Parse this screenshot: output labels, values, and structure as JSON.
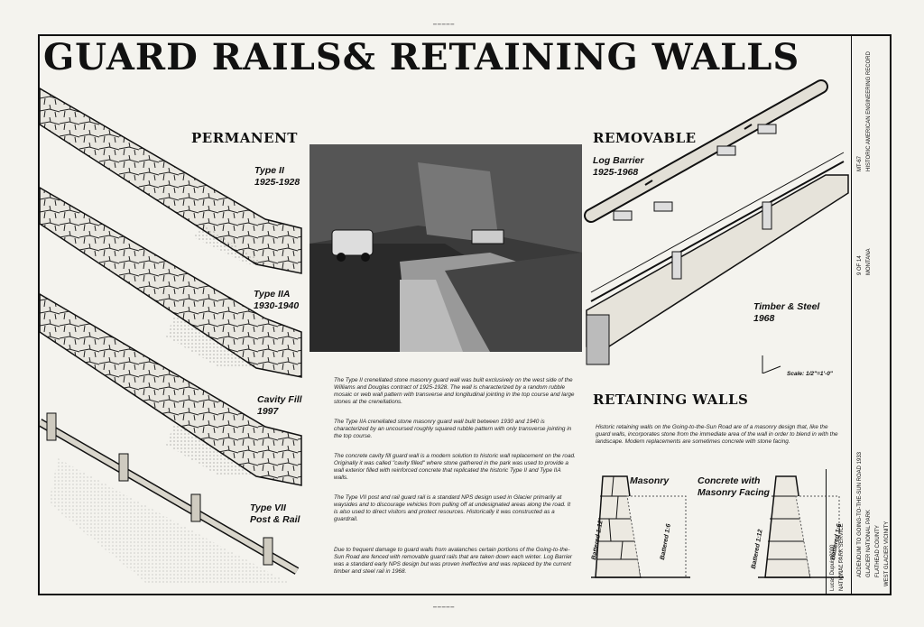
{
  "sheet": {
    "title": "GUARD RAILS& RETAINING WALLS"
  },
  "permanent": {
    "heading": "PERMANENT",
    "types": [
      {
        "name": "Type II",
        "years": "1925-1928"
      },
      {
        "name": "Type IIA",
        "years": "1930-1940"
      },
      {
        "name": "Cavity Fill",
        "years": "1997"
      },
      {
        "name": "Type VII",
        "years": "Post & Rail"
      }
    ]
  },
  "removable": {
    "heading": "REMOVABLE",
    "log": {
      "name": "Log Barrier",
      "years": "1925-1968"
    },
    "timber": {
      "name": "Timber & Steel",
      "years": "1968"
    },
    "scale": "Scale: 1/2\"=1'-0\""
  },
  "retaining": {
    "heading": "RETAINING WALLS",
    "text": "Historic retaining walls on the Going-to-the-Sun Road are of a masonry design that, like the guard walls, incorporates stone from the immediate area of the wall in order to blend in with the landscape. Modern replacements are sometimes concrete with stone facing.",
    "masonry": "Masonry",
    "concrete": "Concrete with Masonry Facing",
    "batter1": "Battered 1:12",
    "batter2": "Battered 1:6"
  },
  "body": {
    "p1": "The Type II crenellated stone masonry guard wall was built exclusively on the west side of the Williams and Douglas contract of 1925-1928. The wall is characterized by a random rubble mosaic or web wall pattern with transverse and longitudinal jointing in the top course and large stones at the crenellations.",
    "p2": "The Type IIA crenellated stone masonry guard wall built between 1930 and 1940 is characterized by an uncoursed roughly squared rubble pattern with only transverse jointing in the top course.",
    "p3": "The concrete cavity fill guard wall is a modern solution to historic wall replacement on the road. Originally it was called \"cavity filled\" where stone gathered in the park was used to provide a wall exterior filled with reinforced concrete that replicated the historic Type II and Type IIA walls.",
    "p4": "The Type VII post and rail guard rail is a standard NPS design used in Glacier primarily at waysides and to discourage vehicles from pulling off at undesignated areas along the road. It is also used to direct visitors and protect resources. Historically it was constructed as a guardrail.",
    "p5": "Due to frequent damage to guard walls from avalanches certain portions of the Going-to-the-Sun Road are fenced with removable guard rails that are taken down each winter. Log Barrier was a standard early NPS design but was proven ineffective and was replaced by the current timber and steel rail in 1968."
  },
  "titleblock": {
    "line1": "ADDENDUM TO GOING-TO-THE-SUN ROAD 1933",
    "line2": "WEST GLACIER VICINITY",
    "line3": "GLACIER NATIONAL PARK",
    "line4": "FLATHEAD COUNTY",
    "state": "MONTANA",
    "sheet": "9 OF 14",
    "survey": "MT-67",
    "delineator": "Lucas Dupuis 2000",
    "program": "HISTORIC AMERICAN ENGINEERING RECORD",
    "org": "NATIONAL PARK SERVICE"
  }
}
